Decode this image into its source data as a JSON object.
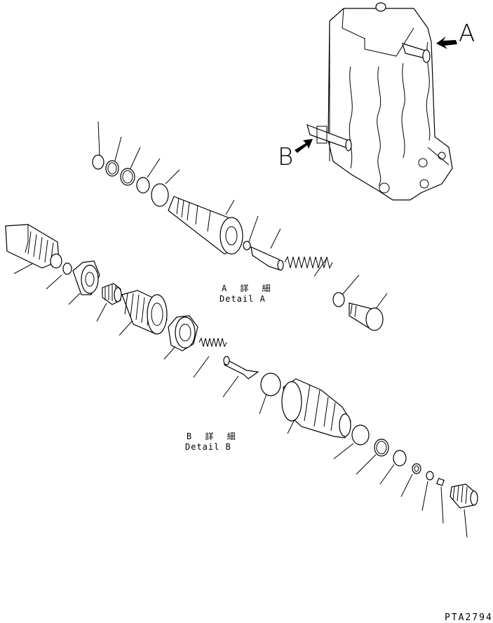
{
  "callouts": {
    "a": "A",
    "b": "B"
  },
  "detail_a": {
    "jp": "A 詳 細",
    "en": "Detail A"
  },
  "detail_b": {
    "jp": "B 詳 細",
    "en": "Detail B"
  },
  "drawing_ref": "PTA2794"
}
